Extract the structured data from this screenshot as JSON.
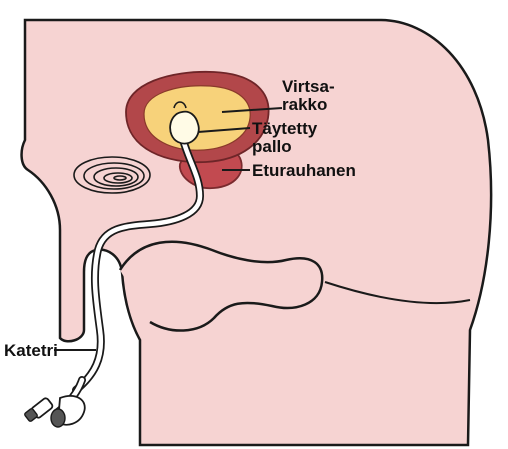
{
  "labels": {
    "bladder_line1": "Virtsa-",
    "bladder_line2": "rakko",
    "balloon_line1": "Täytetty",
    "balloon_line2": "pallo",
    "prostate": "Eturauhanen",
    "catheter": "Katetri"
  },
  "colors": {
    "skin": "#f6d3d2",
    "outline": "#1a1a1a",
    "bladder_wall": "#b2474a",
    "bladder_inner": "#f7d27a",
    "prostate": "#c24a50",
    "catheter": "#ffffff"
  },
  "icons": {
    "navel": "spiral-navel-icon",
    "balloon": "balloon-icon"
  }
}
